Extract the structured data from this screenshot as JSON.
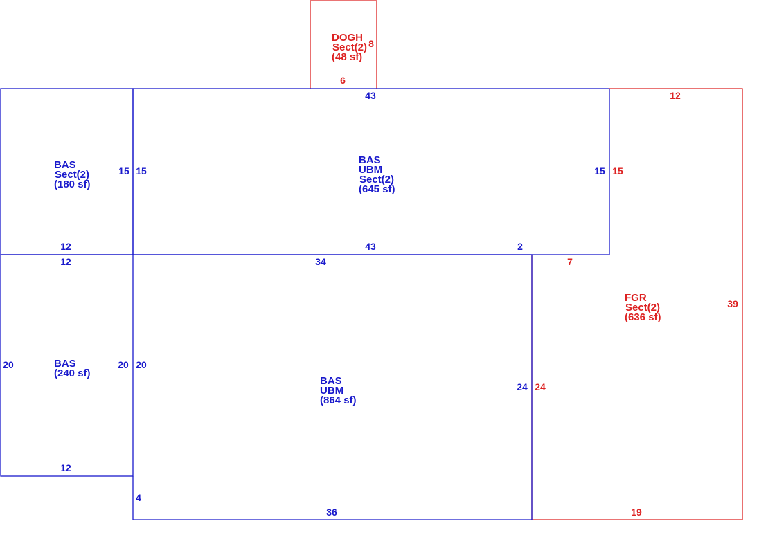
{
  "colors": {
    "primary": "#1a1acc",
    "secondary": "#dd2222"
  },
  "areas": {
    "bas_upper_left": {
      "name": "BAS",
      "section": "Sect(2)",
      "area": "(180 sf)"
    },
    "bas_upper_main": {
      "name": "BAS",
      "sub": "UBM",
      "section": "Sect(2)",
      "area": "(645 sf)"
    },
    "bas_lower_left": {
      "name": "BAS",
      "area": "(240 sf)"
    },
    "bas_lower_main": {
      "name": "BAS",
      "sub": "UBM",
      "area": "(864 sf)"
    },
    "fgr": {
      "name": "FGR",
      "section": "Sect(2)",
      "area": "(636 sf)"
    },
    "dogh": {
      "name": "DOGH",
      "section": "Sect(2)",
      "area": "(48 sf)"
    }
  },
  "dimensions": {
    "dogh_bottom": "6",
    "dogh_side": "8",
    "upper_main_top": "43",
    "upper_main_bottom": "43",
    "upper_main_left": "15",
    "upper_main_right": "15",
    "upper_main_notch": "2",
    "upper_left_right": "15",
    "upper_left_bottom": "12",
    "fgr_top": "12",
    "fgr_left_upper": "15",
    "fgr_step": "7",
    "fgr_right": "39",
    "fgr_left_lower": "24",
    "fgr_bottom": "19",
    "lower_left_top": "12",
    "lower_left_left": "20",
    "lower_left_right": "20",
    "lower_left_bottom": "12",
    "lower_main_top": "34",
    "lower_main_left": "20",
    "lower_main_left_step": "4",
    "lower_main_right": "24",
    "lower_main_bottom": "36"
  }
}
